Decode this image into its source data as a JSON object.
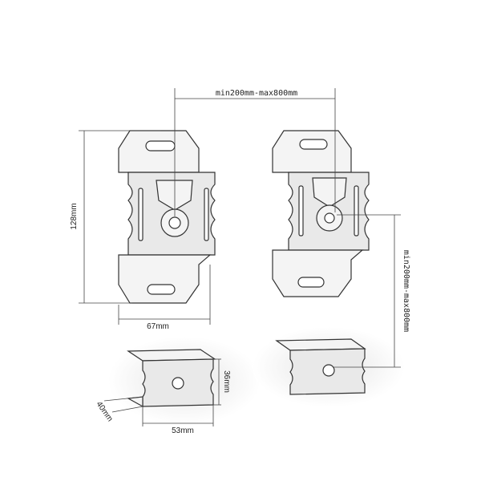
{
  "dimensions": {
    "spacing_top": "min200mm-max800mm",
    "height": "128mm",
    "width": "67mm",
    "small_height": "36mm",
    "small_depth": "40mm",
    "small_width": "53mm",
    "spacing_right": "min200mm-max800mm"
  }
}
